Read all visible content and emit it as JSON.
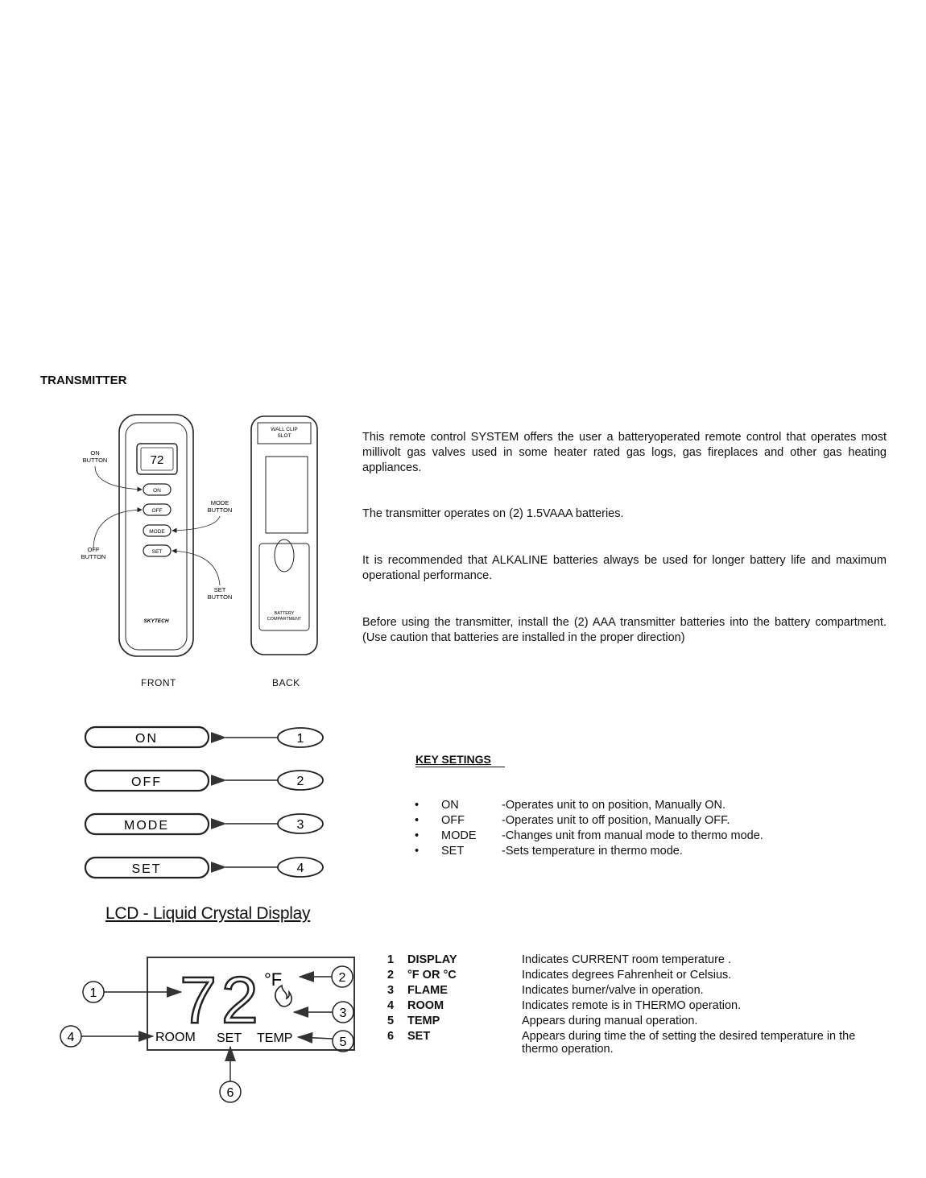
{
  "section_title": "TRANSMITTER",
  "paragraphs": [
    "This remote control SYSTEM offers the user a batteryoperated remote control that operates most millivolt gas valves used in some heater rated gas logs, gas fireplaces and other gas heating appliances.",
    "The transmitter operates on (2) 1.5VAAA batteries.",
    "It is recommended that ALKALINE batteries always be used for longer battery life and maximum operational performance.",
    "Before using the transmitter, install the (2) AAA transmitter batteries into the battery compartment. (Use caution that batteries are installed in the proper direction)"
  ],
  "remote": {
    "front_caption": "FRONT",
    "back_caption": "BACK",
    "display_value": "72",
    "on_label": "ON",
    "off_label": "OFF",
    "mode_label": "MODE",
    "set_label": "SET",
    "callout_on": "ON BUTTON",
    "callout_off": "OFF BUTTON",
    "callout_mode": "MODE BUTTON",
    "callout_set": "SET BUTTON",
    "wall_clip": "WALL CLIP SLOT",
    "battery": "BATTERY COMPARTMENT",
    "brand": "SKYTECH"
  },
  "big_buttons": [
    {
      "label": "ON",
      "num": "1"
    },
    {
      "label": "OFF",
      "num": "2"
    },
    {
      "label": "MODE",
      "num": "3"
    },
    {
      "label": "SET",
      "num": "4"
    }
  ],
  "key_settings": {
    "title": "KEY SETINGS",
    "items": [
      {
        "key": "ON",
        "desc": "-Operates unit to on position, Manually ON."
      },
      {
        "key": "OFF",
        "desc": "-Operates unit to off position, Manually OFF."
      },
      {
        "key": "MODE",
        "desc": "-Changes unit from manual mode to thermo mode."
      },
      {
        "key": "SET",
        "desc": "-Sets temperature in thermo mode."
      }
    ]
  },
  "lcd_title": "LCD - Liquid Crystal Display",
  "lcd_diagram": {
    "digits": "72",
    "unit": "°F",
    "room": "ROOM",
    "set": "SET",
    "temp": "TEMP",
    "callouts": [
      "1",
      "2",
      "3",
      "4",
      "5",
      "6"
    ]
  },
  "lcd_items": [
    {
      "num": "1",
      "term": "DISPLAY",
      "desc": "Indicates CURRENT room temperature ."
    },
    {
      "num": "2",
      "term": "°F OR °C",
      "desc": "Indicates degrees Fahrenheit or Celsius."
    },
    {
      "num": "3",
      "term": "FLAME",
      "desc": "Indicates burner/valve in operation."
    },
    {
      "num": "4",
      "term": "ROOM",
      "desc": "Indicates remote is in THERMO operation."
    },
    {
      "num": "5",
      "term": "TEMP",
      "desc": "Appears during manual operation."
    },
    {
      "num": "6",
      "term": "SET",
      "desc": "Appears during time the of setting the desired temperature in the thermo operation."
    }
  ]
}
